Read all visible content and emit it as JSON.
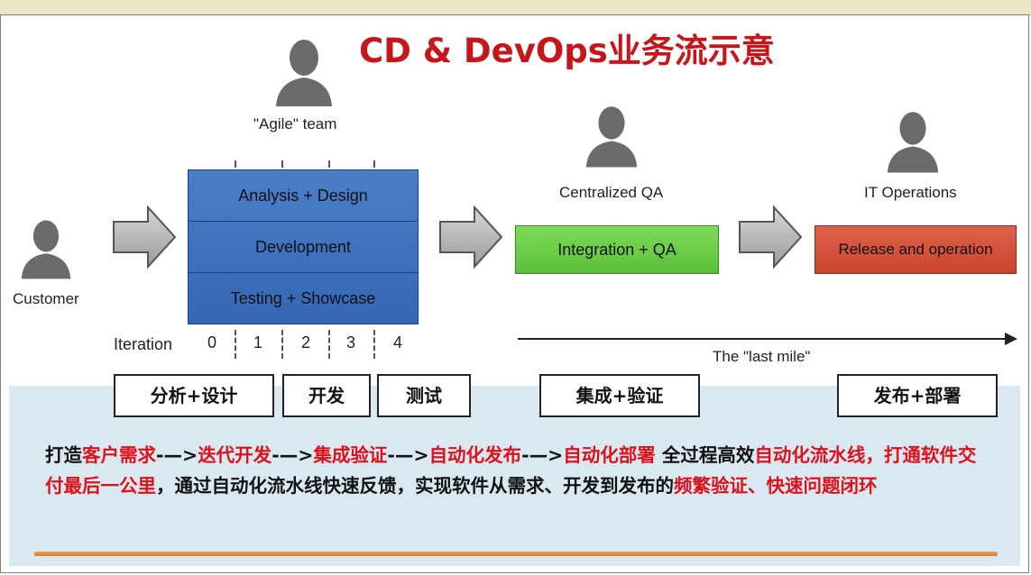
{
  "title": "CD & DevOps业务流示意",
  "roles": {
    "agile_team": "\"Agile\" team",
    "customer": "Customer",
    "centralized_qa": "Centralized QA",
    "it_operations": "IT Operations"
  },
  "team_box": {
    "rows": [
      "Analysis + Design",
      "Development",
      "Testing + Showcase"
    ]
  },
  "qa_box": "Integration + QA",
  "ops_box": "Release and operation",
  "iteration": {
    "label": "Iteration",
    "numbers": [
      "0",
      "1",
      "2",
      "3",
      "4"
    ]
  },
  "last_mile": "The \"last mile\"",
  "stages": [
    "分析+设计",
    "开发",
    "测试",
    "集成+验证",
    "发布+部署"
  ],
  "description": {
    "segments": [
      {
        "text": "打造",
        "highlight": false
      },
      {
        "text": "客户需求",
        "highlight": true
      },
      {
        "text": "-—>",
        "highlight": false
      },
      {
        "text": "迭代开发",
        "highlight": true
      },
      {
        "text": "-—>",
        "highlight": false
      },
      {
        "text": "集成验证",
        "highlight": true
      },
      {
        "text": "-—>",
        "highlight": false
      },
      {
        "text": "自动化发布",
        "highlight": true
      },
      {
        "text": "-—>",
        "highlight": false
      },
      {
        "text": "自动化部署",
        "highlight": true
      },
      {
        "text": " 全过程高效",
        "highlight": false
      },
      {
        "text": "自动化流水线，打通软件交付最后一公里",
        "highlight": true
      },
      {
        "text": "，通过自动化流水线快速反馈，实现软件从需求、开发到发布的",
        "highlight": false
      },
      {
        "text": "频繁验证、快速问题闭环",
        "highlight": true
      }
    ]
  },
  "colors": {
    "title": "#c5161c",
    "highlight": "#e0101a",
    "team_box": "#3a6fbe",
    "qa_box": "#66c843",
    "ops_box": "#d2503a",
    "panel": "#d9e8f1"
  }
}
